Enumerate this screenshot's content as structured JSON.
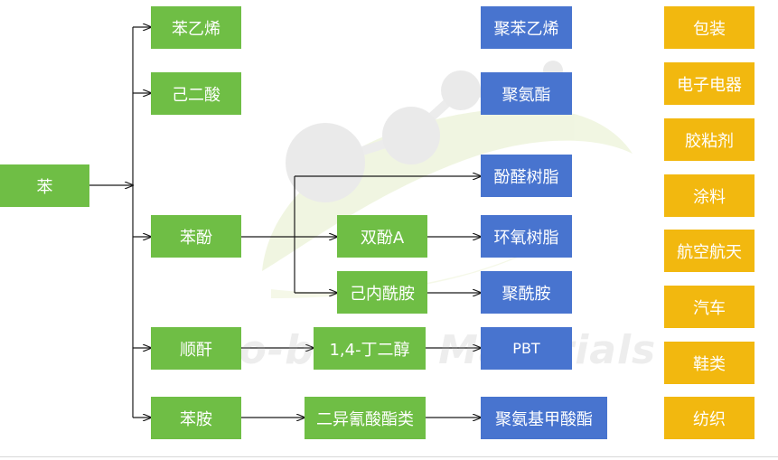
{
  "watermark": {
    "text": "Bio-based Materials"
  },
  "source": {
    "label": "苯"
  },
  "intermediates": {
    "styrene": "苯乙烯",
    "adipic_acid": "己二酸",
    "phenol": "苯酚",
    "maleic_anhydride": "顺酐",
    "aniline": "苯胺",
    "bisphenol_a": "双酚A",
    "caprolactam": "己内酰胺",
    "butanediol": "1,4-丁二醇",
    "isocyanates": "二异氰酸酯类"
  },
  "products": {
    "polystyrene": "聚苯乙烯",
    "polyurethane_ester": "聚氨酯",
    "phenolic_resin": "酚醛树脂",
    "epoxy_resin": "环氧树脂",
    "polyamide": "聚酰胺",
    "pbt": "PBT",
    "polyurethane": "聚氨基甲酸酯"
  },
  "applications": [
    "包装",
    "电子电器",
    "胶粘剂",
    "涂料",
    "航空航天",
    "汽车",
    "鞋类",
    "纺织"
  ],
  "colors": {
    "green": "#6fbe45",
    "blue": "#4874cf",
    "yellow": "#f2b80f",
    "arrow": "#1a1a1a"
  }
}
